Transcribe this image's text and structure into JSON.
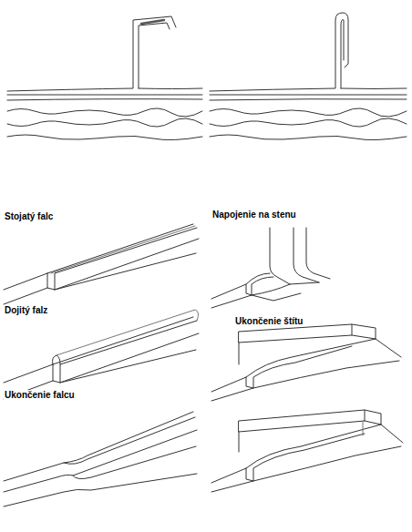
{
  "diagram": {
    "labels": [
      "Stojatý falc",
      "Napojenie na stenu",
      "Dojitý falz",
      "Ukončenie štítu",
      "Ukončenie falcu"
    ]
  }
}
